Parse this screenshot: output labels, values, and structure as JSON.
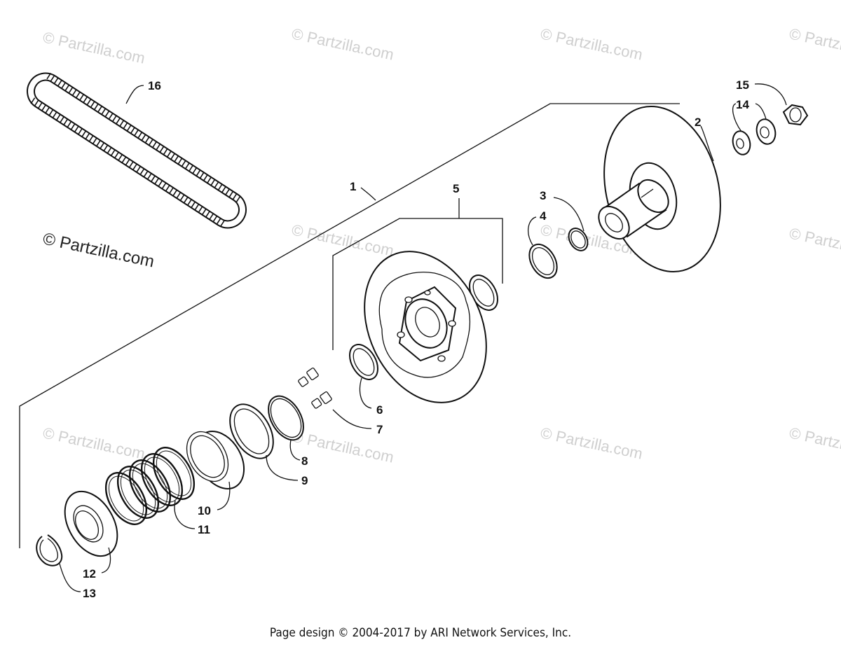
{
  "watermark": {
    "text": "© Partzilla.com",
    "main_text": "© Partzilla.com"
  },
  "footer": {
    "text": "Page design © 2004-2017 by ARI Network Services, Inc."
  },
  "callouts": {
    "p1": "1",
    "p2": "2",
    "p3": "3",
    "p4": "4",
    "p5": "5",
    "p6": "6",
    "p7": "7",
    "p8": "8",
    "p9": "9",
    "p10": "10",
    "p11": "11",
    "p12": "12",
    "p13": "13",
    "p14": "14",
    "p15": "15",
    "p16": "16"
  }
}
